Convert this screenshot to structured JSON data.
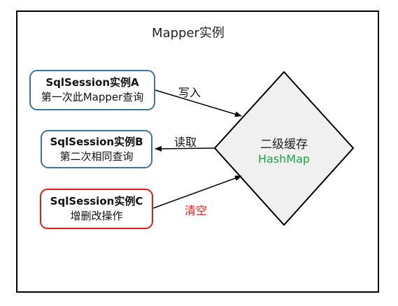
{
  "title": "Mapper实例",
  "nodes": {
    "a": {
      "name": "SqlSession实例A",
      "desc": "第一次此Mapper查询"
    },
    "b": {
      "name": "SqlSession实例B",
      "desc": "第二次相同查询"
    },
    "c": {
      "name": "SqlSession实例C",
      "desc": "增删改操作"
    }
  },
  "cache": {
    "title": "二级缓存",
    "type": "HashMap"
  },
  "edges": {
    "write": "写入",
    "read": "读取",
    "clear": "清空"
  },
  "colors": {
    "frame": "#000000",
    "node_border_blue": "#41719c",
    "node_border_red": "#e31a1c",
    "diamond_fill": "#f0f0f0",
    "hashmap_green": "#1aa34a",
    "clear_label_red": "#e31a1c"
  }
}
